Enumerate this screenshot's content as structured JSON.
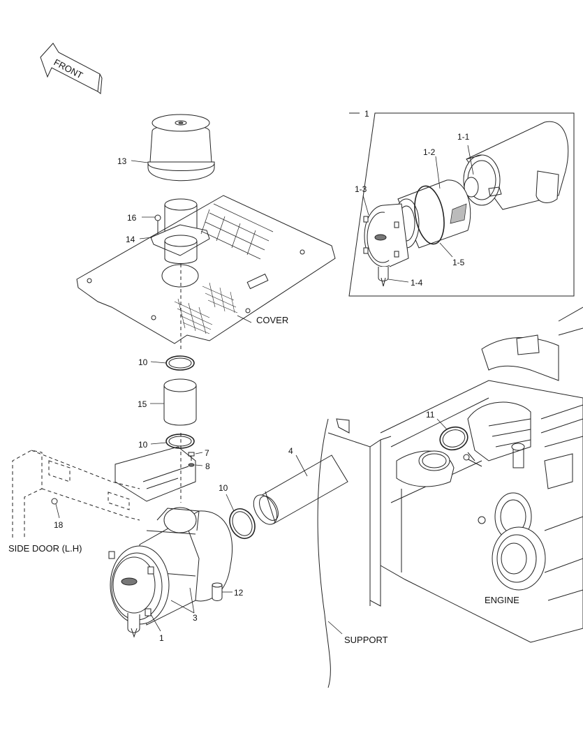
{
  "direction": {
    "text": "FRONT"
  },
  "callouts": {
    "c13": "13",
    "c16": "16",
    "c14": "14",
    "c10a": "10",
    "c15": "15",
    "c10b": "10",
    "c7": "7",
    "c8": "8",
    "c18": "18",
    "c10c": "10",
    "c4": "4",
    "c11": "11",
    "c12": "12",
    "c3": "3",
    "c1": "1"
  },
  "detail": {
    "title": "1",
    "callouts": {
      "d11": "1-1",
      "d12": "1-2",
      "d13": "1-3",
      "d14": "1-4",
      "d15": "1-5"
    }
  },
  "annotations": {
    "cover": "COVER",
    "side_door": "SIDE DOOR (L.H)",
    "support": "SUPPORT",
    "engine": "ENGINE"
  }
}
